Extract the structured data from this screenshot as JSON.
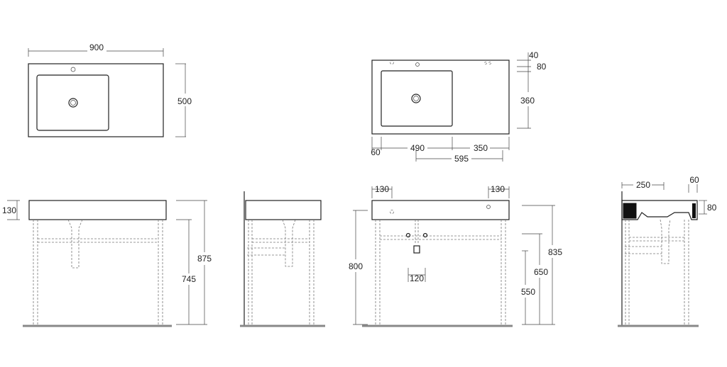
{
  "dimensions": {
    "top_left_width": "900",
    "top_left_depth": "500",
    "top_right_40": "40",
    "top_right_80": "80",
    "top_right_360": "360",
    "top_right_60": "60",
    "top_right_490": "490",
    "top_right_350": "350",
    "top_right_595": "595",
    "front_left_130": "130",
    "front_left_875": "875",
    "front_left_745": "745",
    "front_right_130_left": "130",
    "front_right_130_right": "130",
    "front_right_800": "800",
    "front_right_120": "120",
    "front_right_835": "835",
    "front_right_650": "650",
    "front_right_550": "550",
    "side_250": "250",
    "side_60": "60",
    "side_80": "80"
  }
}
